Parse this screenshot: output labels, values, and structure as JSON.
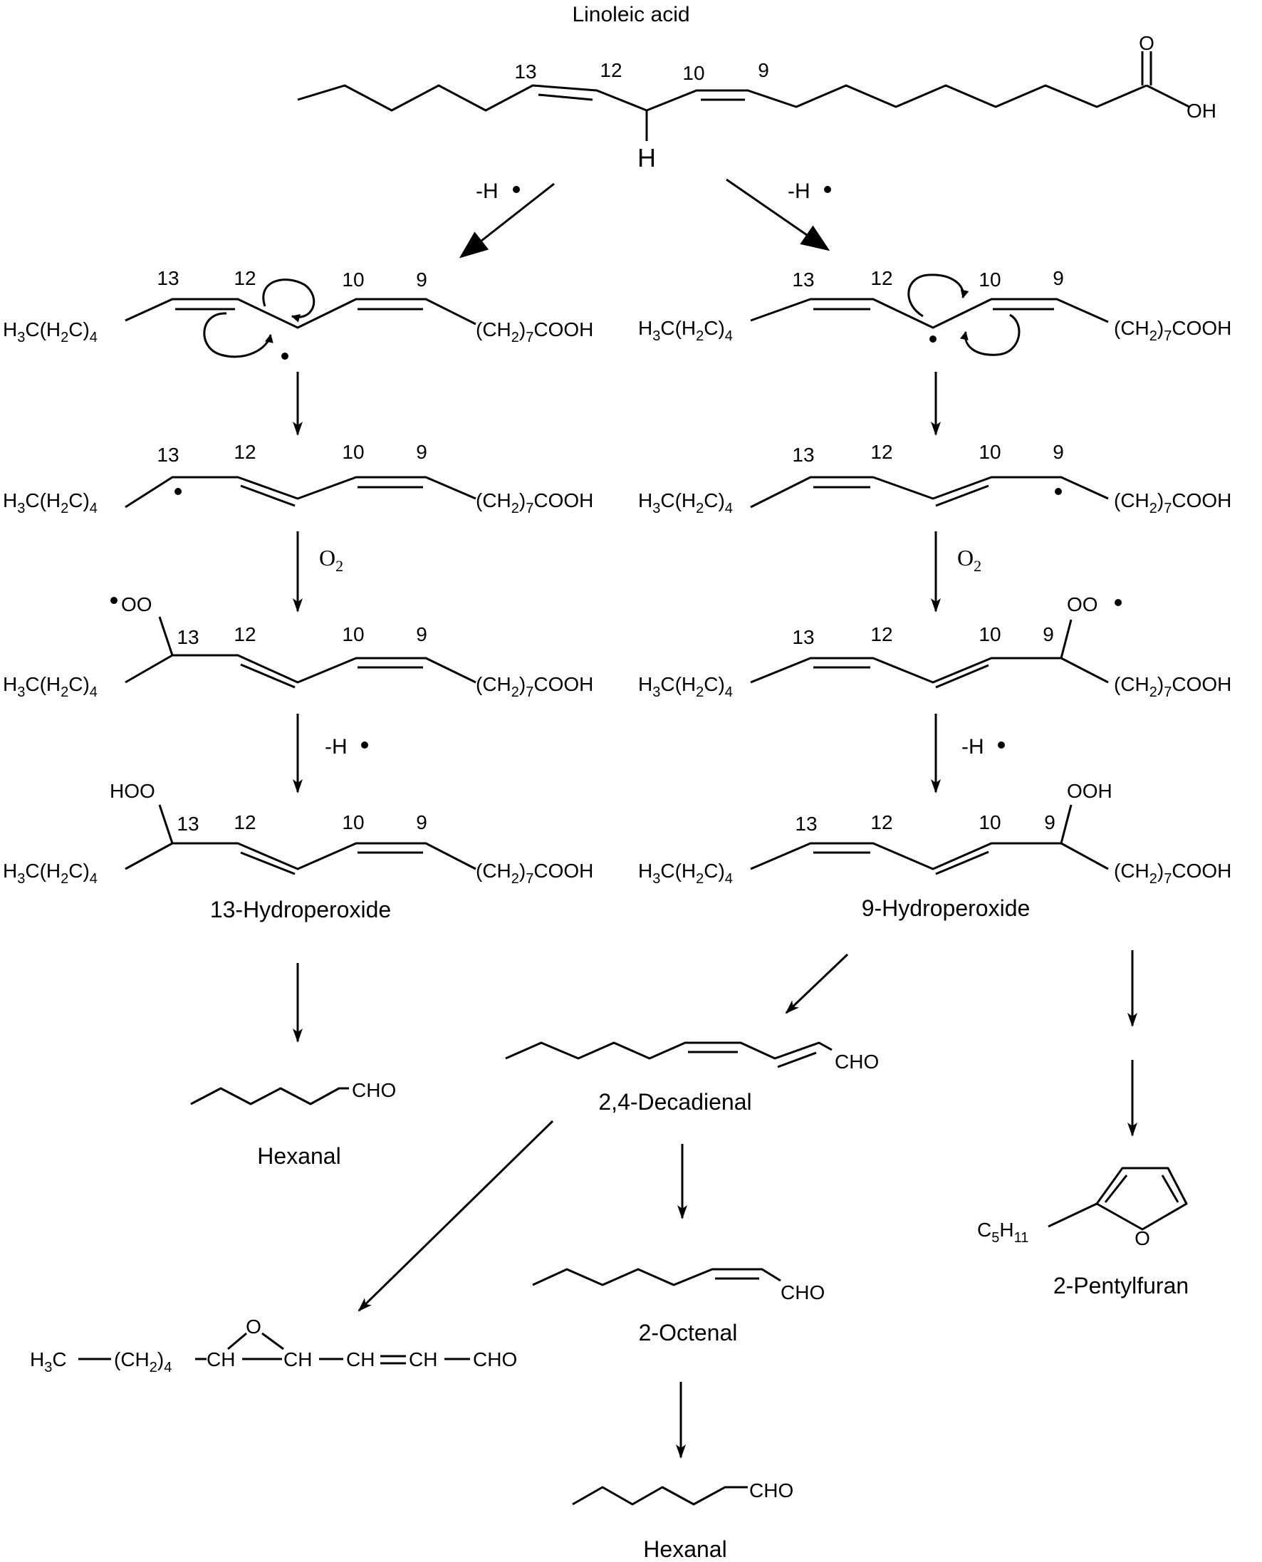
{
  "title": "Linoleic acid",
  "labels": {
    "minus_h_radical": "-H",
    "o2_o": "O",
    "o2_sub": "2",
    "h_atom": "H",
    "oh": "OH",
    "o": "O",
    "oo": "OO",
    "hoo": "HOO",
    "ooh": "OOH",
    "cho": "CHO",
    "n13": "13",
    "n12": "12",
    "n10": "10",
    "n9": "9"
  },
  "chain_left": {
    "a": "H",
    "b": "3",
    "c": "C(H",
    "d": "2",
    "e": "C)",
    "f": "4"
  },
  "chain_right": {
    "a": "(CH",
    "b": "2",
    "c": ")",
    "d": "7",
    "e": "COOH"
  },
  "products": {
    "hydroperoxide_13": "13-Hydroperoxide",
    "hydroperoxide_9": "9-Hydroperoxide",
    "hexanal": "Hexanal",
    "decadienal": "2,4-Decadienal",
    "octenal": "2-Octenal",
    "pentylfuran": "2-Pentylfuran"
  },
  "pentyl": {
    "a": "C",
    "b": "5",
    "c": "H",
    "d": "11"
  },
  "epoxide": {
    "h3c": "H3C",
    "ch2": "(CH2)4",
    "ch": "CH",
    "ch_eq_ch": "CH=CH",
    "cho": "CHO",
    "o": "O"
  }
}
